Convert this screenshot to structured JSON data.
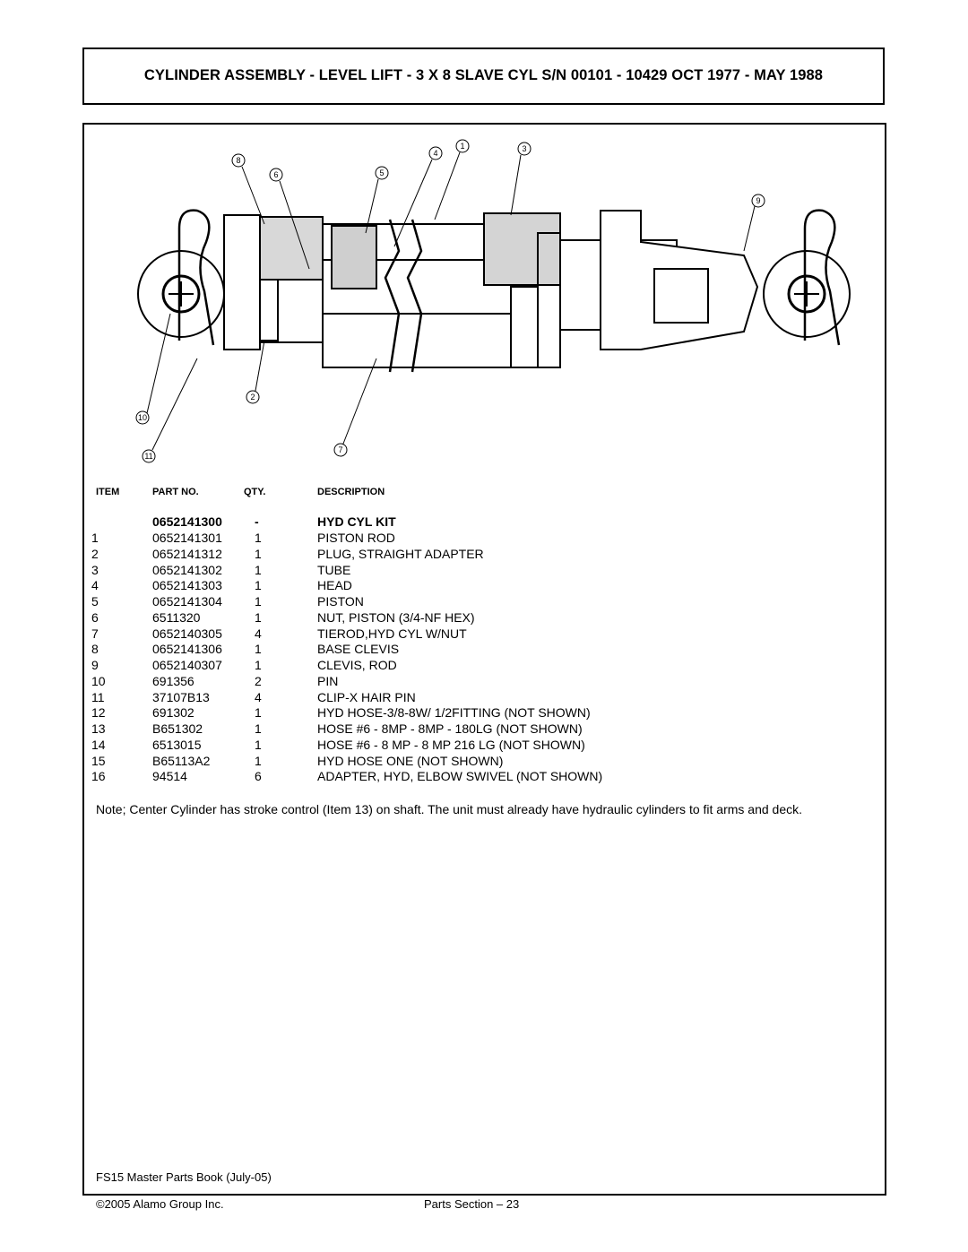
{
  "header": {
    "title": "CYLINDER ASSEMBLY - LEVEL LIFT - 3 X 8 SLAVE CYL S/N 00101 - 10429 OCT 1977 - MAY 1988"
  },
  "diagram": {
    "callouts": [
      "1",
      "2",
      "3",
      "4",
      "5",
      "6",
      "7",
      "8",
      "9",
      "10",
      "11"
    ]
  },
  "table": {
    "headers": {
      "item": "ITEM",
      "part": "PART NO.",
      "qty": "QTY.",
      "desc": "DESCRIPTION"
    },
    "kit": {
      "item": "",
      "part": "0652141300",
      "qty": "-",
      "desc": "HYD CYL KIT"
    },
    "rows": [
      {
        "item": "1",
        "part": "0652141301",
        "qty": "1",
        "desc": "PISTON ROD"
      },
      {
        "item": "2",
        "part": "0652141312",
        "qty": "1",
        "desc": "PLUG, STRAIGHT ADAPTER"
      },
      {
        "item": "3",
        "part": "0652141302",
        "qty": "1",
        "desc": "TUBE"
      },
      {
        "item": "4",
        "part": "0652141303",
        "qty": "1",
        "desc": "HEAD"
      },
      {
        "item": "5",
        "part": "0652141304",
        "qty": "1",
        "desc": "PISTON"
      },
      {
        "item": "6",
        "part": "6511320",
        "qty": "1",
        "desc": "NUT, PISTON (3/4-NF HEX)"
      },
      {
        "item": "7",
        "part": "0652140305",
        "qty": "4",
        "desc": "TIEROD,HYD CYL W/NUT"
      },
      {
        "item": "8",
        "part": "0652141306",
        "qty": "1",
        "desc": "BASE CLEVIS"
      },
      {
        "item": "9",
        "part": "0652140307",
        "qty": "1",
        "desc": "CLEVIS, ROD"
      },
      {
        "item": "10",
        "part": "691356",
        "qty": "2",
        "desc": "PIN"
      },
      {
        "item": "11",
        "part": "37107B13",
        "qty": "4",
        "desc": "CLIP-X HAIR PIN"
      },
      {
        "item": "12",
        "part": "691302",
        "qty": "1",
        "desc": "HYD HOSE-3/8-8W/ 1/2FITTING (NOT SHOWN)"
      },
      {
        "item": "13",
        "part": "B651302",
        "qty": "1",
        "desc": "HOSE #6 - 8MP - 8MP - 180LG (NOT SHOWN)"
      },
      {
        "item": "14",
        "part": "6513015",
        "qty": "1",
        "desc": "HOSE #6 - 8 MP - 8 MP 216 LG (NOT SHOWN)"
      },
      {
        "item": "15",
        "part": "B65113A2",
        "qty": "1",
        "desc": "HYD HOSE ONE (NOT SHOWN)"
      },
      {
        "item": "16",
        "part": "94514",
        "qty": "6",
        "desc": "ADAPTER, HYD, ELBOW SWIVEL (NOT SHOWN)"
      }
    ]
  },
  "note": "Note; Center Cylinder has stroke control (Item 13) on shaft. The unit must already have hydraulic cylinders to fit arms and deck.",
  "footer": {
    "book": "FS15 Master Parts Book (July-05)",
    "copyright": "©2005 Alamo Group Inc.",
    "section": "Parts Section – 23"
  }
}
